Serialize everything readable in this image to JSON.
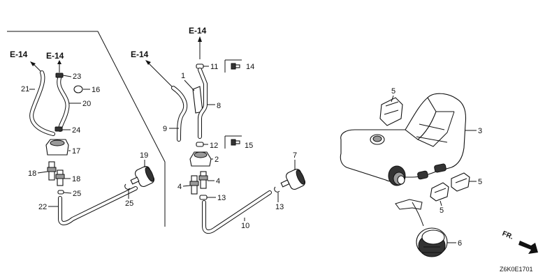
{
  "figure_code": "Z6K0E1701",
  "front_label": "FR.",
  "ref_labels": {
    "a": "E-14",
    "b": "E-14",
    "c": "E-14",
    "d": "E-14"
  },
  "callouts": {
    "p1": "1",
    "p2": "2",
    "p3": "3",
    "p4a": "4",
    "p4b": "4",
    "p5a": "5",
    "p5b": "5",
    "p5c": "5",
    "p6": "6",
    "p7": "7",
    "p8": "8",
    "p9": "9",
    "p10": "10",
    "p11": "11",
    "p12": "12",
    "p13a": "13",
    "p13b": "13",
    "p14": "14",
    "p15": "15",
    "p16": "16",
    "p17": "17",
    "p18a": "18",
    "p18b": "18",
    "p19": "19",
    "p20": "20",
    "p21": "21",
    "p22": "22",
    "p23": "23",
    "p24": "24",
    "p25a": "25",
    "p25b": "25"
  }
}
